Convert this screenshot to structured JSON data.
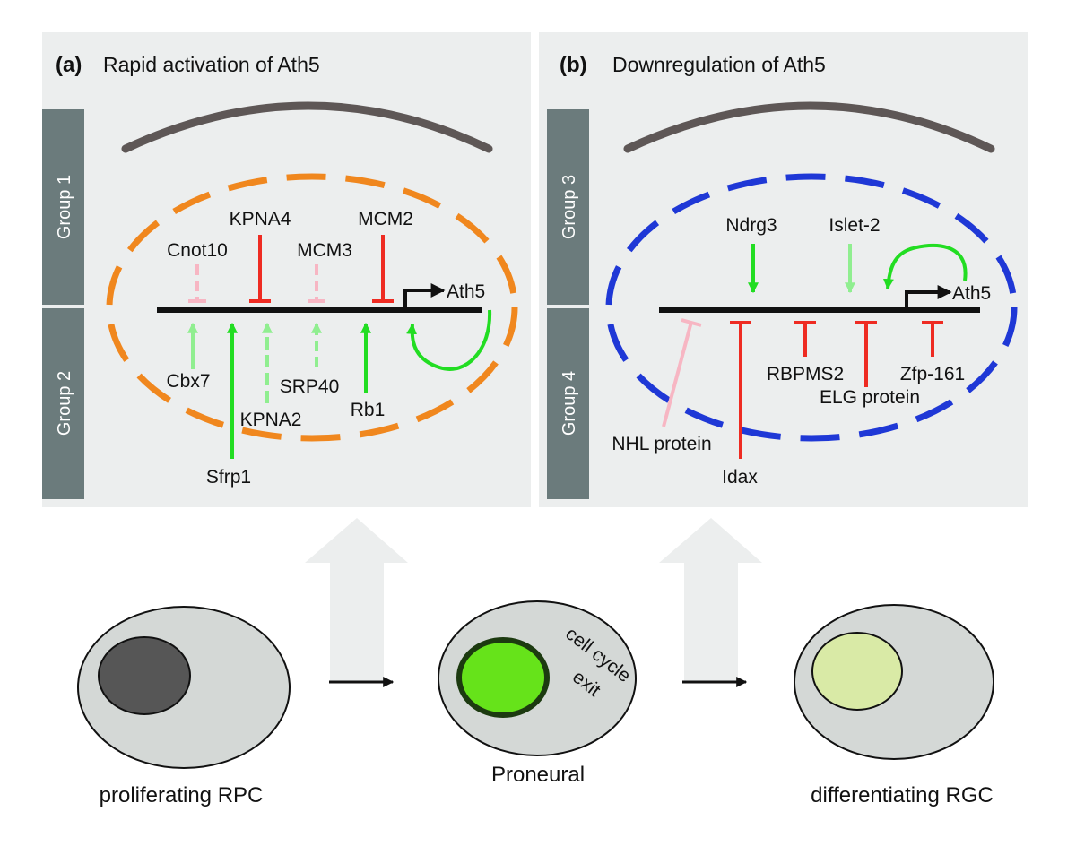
{
  "panel_a": {
    "tag": "(a)",
    "title": "Rapid activation of Ath5",
    "group_top": "Group 1",
    "group_bottom": "Group 2",
    "gene": "Ath5",
    "factors": {
      "cnot10": "Cnot10",
      "kpna4": "KPNA4",
      "mcm3": "MCM3",
      "mcm2": "MCM2",
      "cbx7": "Cbx7",
      "kpna2": "KPNA2",
      "srp40": "SRP40",
      "rb1": "Rb1",
      "sfrp1": "Sfrp1"
    }
  },
  "panel_b": {
    "tag": "(b)",
    "title": "Downregulation of Ath5",
    "group_top": "Group 3",
    "group_bottom": "Group 4",
    "gene": "Ath5",
    "factors": {
      "ndrg3": "Ndrg3",
      "islet2": "Islet-2",
      "rbpms2": "RBPMS2",
      "zfp161": "Zfp-161",
      "elg": "ELG protein",
      "nhl": "NHL protein",
      "idax": "Idax"
    }
  },
  "cells": {
    "rpc": "proliferating RPC",
    "proneural": "Proneural",
    "rgc": "differentiating RGC",
    "exit_line1": "cell cycle",
    "exit_line2": "exit"
  },
  "colors": {
    "panel_bg": "#eceeee",
    "group_bar": "#6b7b7c",
    "orange": "#f0871e",
    "blue": "#1f38d6",
    "green": "#22dd22",
    "light_green": "#90ee90",
    "red": "#ee2b22",
    "pink": "#f7b6c3",
    "arc": "#5e5756"
  }
}
